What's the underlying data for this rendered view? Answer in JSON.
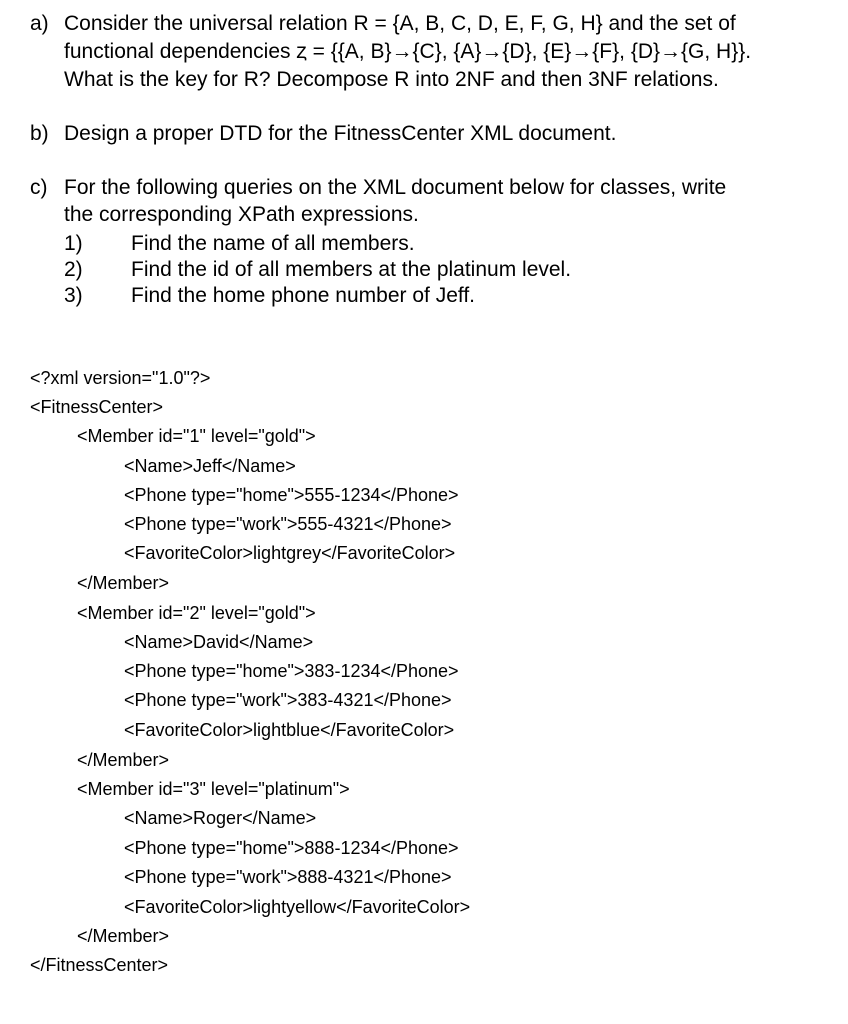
{
  "question_a": {
    "letter": "a)",
    "lines": [
      "Consider the universal relation R = {A, B, C, D, E, F, G, H} and the set of",
      "functional dependencies ȥ = {{A, B}→{C}, {A}→{D}, {E}→{F}, {D}→{G, H}}.",
      "What is the key for R? Decompose R into 2NF and then 3NF relations."
    ]
  },
  "question_b": {
    "letter": "b)",
    "lines": [
      "Design a proper DTD for the FitnessCenter XML document."
    ]
  },
  "question_c": {
    "letter": "c)",
    "lines": [
      "For the following queries on the XML document below for classes, write",
      "the corresponding XPath expressions."
    ],
    "subqueries": [
      {
        "num": "1)",
        "text": "Find the name of all members."
      },
      {
        "num": "2)",
        "text": "Find the id of all members at the platinum level."
      },
      {
        "num": "3)",
        "text": "Find the home phone number of Jeff."
      }
    ]
  },
  "xml_lines": [
    "<?xml version=\"1.0\"?>",
    "<FitnessCenter>",
    "<Member id=\"1\" level=\"gold\">",
    "<Name>Jeff</Name>",
    "<Phone type=\"home\">555-1234</Phone>",
    "<Phone type=\"work\">555-4321</Phone>",
    "<FavoriteColor>lightgrey</FavoriteColor>",
    "</Member>",
    "<Member id=\"2\" level=\"gold\">",
    "<Name>David</Name>",
    "<Phone type=\"home\">383-1234</Phone>",
    "<Phone type=\"work\">383-4321</Phone>",
    "<FavoriteColor>lightblue</FavoriteColor>",
    "</Member>",
    "<Member id=\"3\" level=\"platinum\">",
    "<Name>Roger</Name>",
    "<Phone type=\"home\">888-1234</Phone>",
    "<Phone type=\"work\">888-4321</Phone>",
    "<FavoriteColor>lightyellow</FavoriteColor>",
    "</Member>",
    "</FitnessCenter>"
  ]
}
